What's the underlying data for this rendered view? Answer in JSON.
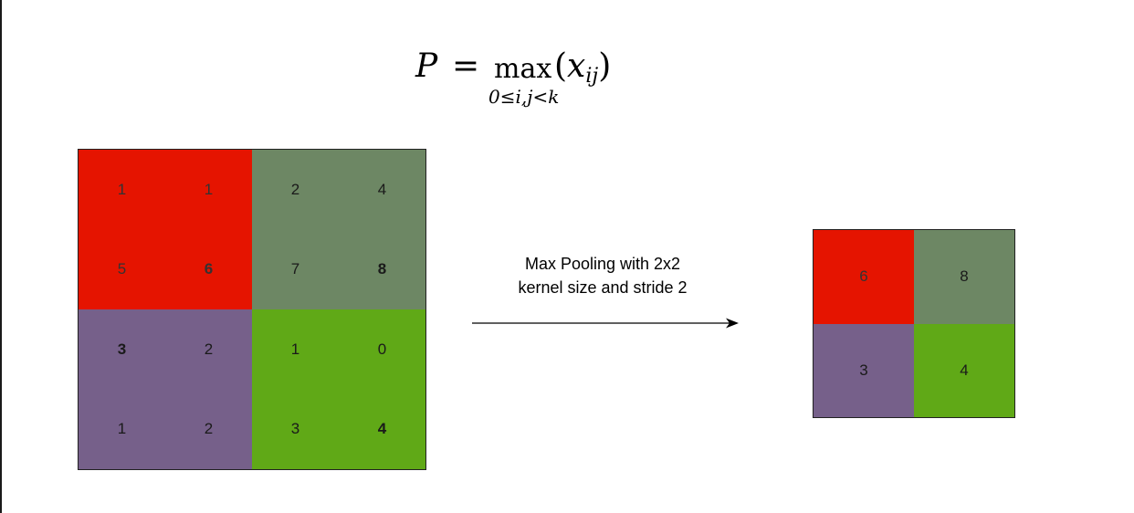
{
  "formula": {
    "lhs": "P",
    "eq": "=",
    "op": "max",
    "sub": "0≤i,j<k",
    "arg_open": "(",
    "arg_var": "x",
    "arg_sub": "ij",
    "arg_close": ")"
  },
  "colors": {
    "red": "#e51400",
    "gray_green": "#6d8764",
    "purple": "#76608a",
    "green": "#60a917",
    "text_on_red": "#333333",
    "text_on_gray": "#1a1a1a",
    "text_on_purple": "#1a1a1a",
    "text_on_green": "#1a1a1a"
  },
  "input_matrix": [
    [
      {
        "v": "1",
        "b": false
      },
      {
        "v": "1",
        "b": false
      },
      {
        "v": "2",
        "b": false
      },
      {
        "v": "4",
        "b": false
      }
    ],
    [
      {
        "v": "5",
        "b": false
      },
      {
        "v": "6",
        "b": true
      },
      {
        "v": "7",
        "b": false
      },
      {
        "v": "8",
        "b": true
      }
    ],
    [
      {
        "v": "3",
        "b": true
      },
      {
        "v": "2",
        "b": false
      },
      {
        "v": "1",
        "b": false
      },
      {
        "v": "0",
        "b": false
      }
    ],
    [
      {
        "v": "1",
        "b": false
      },
      {
        "v": "2",
        "b": false
      },
      {
        "v": "3",
        "b": false
      },
      {
        "v": "4",
        "b": true
      }
    ]
  ],
  "output_matrix": [
    [
      "6",
      "8"
    ],
    [
      "3",
      "4"
    ]
  ],
  "arrow_label": {
    "line1": "Max Pooling with 2x2",
    "line2": "kernel size and stride 2"
  }
}
